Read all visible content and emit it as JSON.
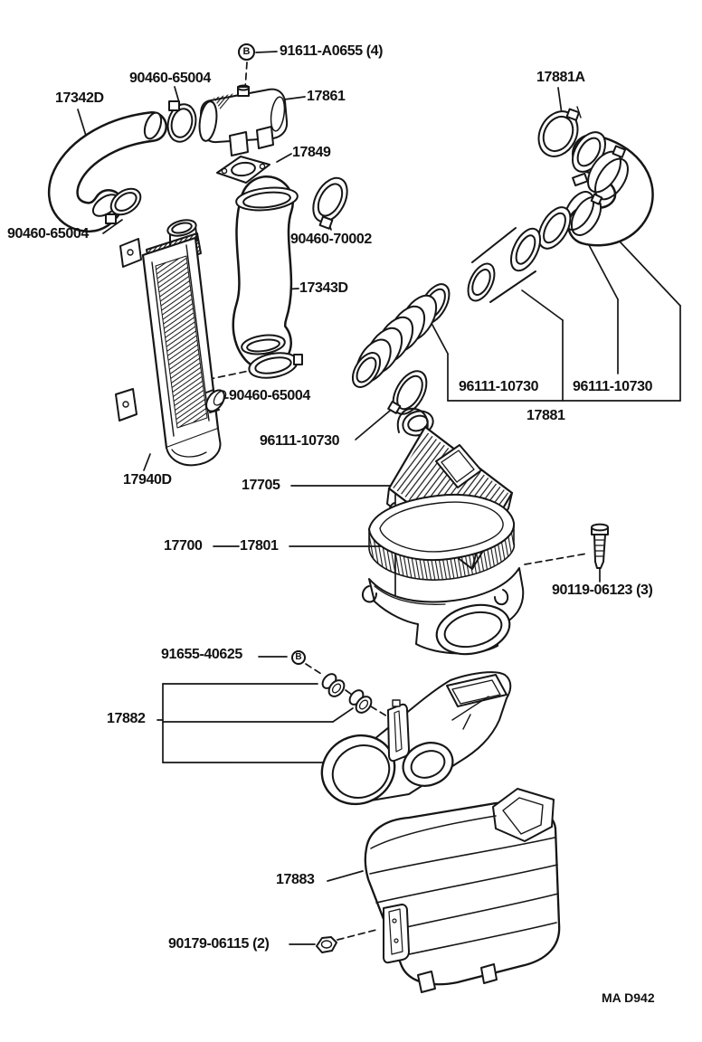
{
  "page": {
    "background": "#ffffff",
    "ink_color": "#161616",
    "figure_code": "MA D942",
    "callout_letter": "B"
  },
  "labels": {
    "p91611": "91611-A0655 (4)",
    "p90460_65004": "90460-65004",
    "p17342d": "17342D",
    "p17861": "17861",
    "p17849": "17849",
    "p17881a": "17881A",
    "p90460_70002": "90460-70002",
    "p17343d": "17343D",
    "p96111_10730": "96111-10730",
    "p17881": "17881",
    "p17940d": "17940D",
    "p17705": "17705",
    "p17700": "17700",
    "p17801": "17801",
    "p90119_06123": "90119-06123 (3)",
    "p91655_40625": "91655-40625",
    "p17882": "17882",
    "p17883": "17883",
    "p90179_06115": "90179-06115 (2)"
  }
}
